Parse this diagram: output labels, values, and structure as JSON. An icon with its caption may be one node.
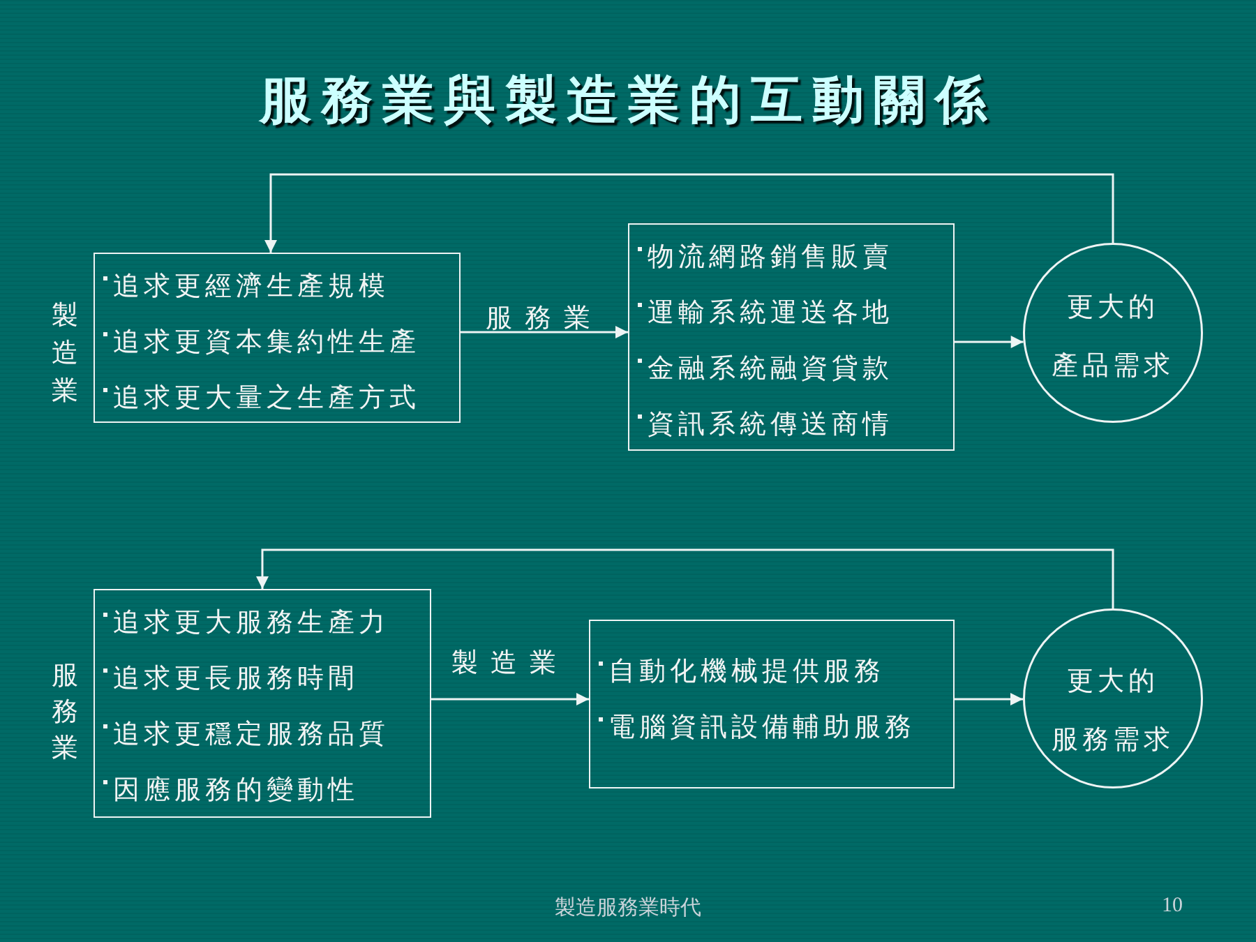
{
  "diagram": {
    "title": "服務業與製造業的互動關係",
    "nodes": [
      {
        "text": [
          "追求更經濟生產規模",
          "追求更資本集約性生產",
          "追求更大量之生產方式"
        ],
        "beside": [
          "製造業"
        ]
      },
      {
        "text": [
          "物流網路銷售販賣",
          "運輸系統運送各地",
          "金融系統融資貸款",
          "資訊系統傳送商情"
        ]
      },
      {
        "text": [
          "更大的",
          "產品需求"
        ]
      },
      {
        "text": [
          "追求更大服務生產力",
          "追求更長服務時間",
          "追求更穩定服務品質",
          "因應服務的變動性"
        ],
        "beside": [
          "服務業"
        ]
      },
      {
        "text": [
          "自動化機械提供服務",
          "電腦資訊設備輔助服務"
        ]
      },
      {
        "text": [
          "更大的",
          "服務需求"
        ]
      }
    ],
    "edges": [
      {
        "from": 0,
        "to": 1,
        "arrow": "to",
        "label": "服務業"
      },
      {
        "from": 1,
        "to": 2,
        "arrow": "to"
      },
      {
        "from": 2,
        "to": 0,
        "arrow": "to"
      },
      {
        "from": 3,
        "to": 4,
        "arrow": "to",
        "label": "製造業"
      },
      {
        "from": 4,
        "to": 5,
        "arrow": "to"
      },
      {
        "from": 5,
        "to": 3,
        "arrow": "to"
      }
    ],
    "labels": [
      "製造服務業時代",
      "10"
    ]
  }
}
